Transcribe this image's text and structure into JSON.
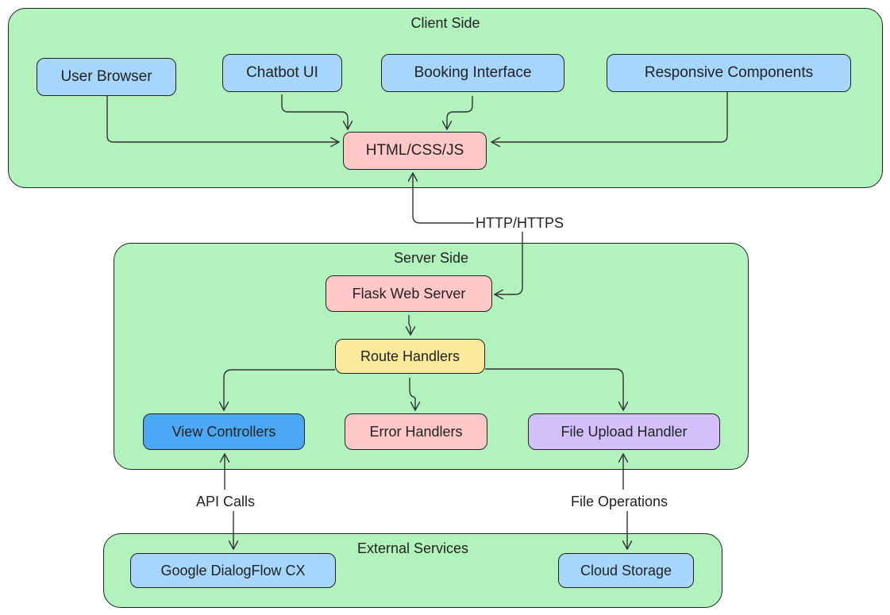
{
  "groups": {
    "client": {
      "title": "Client Side"
    },
    "server": {
      "title": "Server Side"
    },
    "external": {
      "title": "External Services"
    }
  },
  "nodes": {
    "user_browser": "User Browser",
    "chatbot_ui": "Chatbot UI",
    "booking_interface": "Booking Interface",
    "responsive_components": "Responsive Components",
    "html_css_js": "HTML/CSS/JS",
    "flask_web_server": "Flask Web Server",
    "route_handlers": "Route Handlers",
    "view_controllers": "View Controllers",
    "error_handlers": "Error Handlers",
    "file_upload_handler": "File Upload Handler",
    "google_dialogflow": "Google DialogFlow CX",
    "cloud_storage": "Cloud Storage"
  },
  "edge_labels": {
    "http": "HTTP/HTTPS",
    "api": "API Calls",
    "file_ops": "File Operations"
  },
  "colors": {
    "group_fill": "#b1f2bd",
    "node_blue": "#a6d6fb",
    "node_pink": "#ffc8c8",
    "node_yellow": "#fde99a",
    "node_strong_blue": "#4aa8f5",
    "node_purple": "#d2c0fb"
  }
}
